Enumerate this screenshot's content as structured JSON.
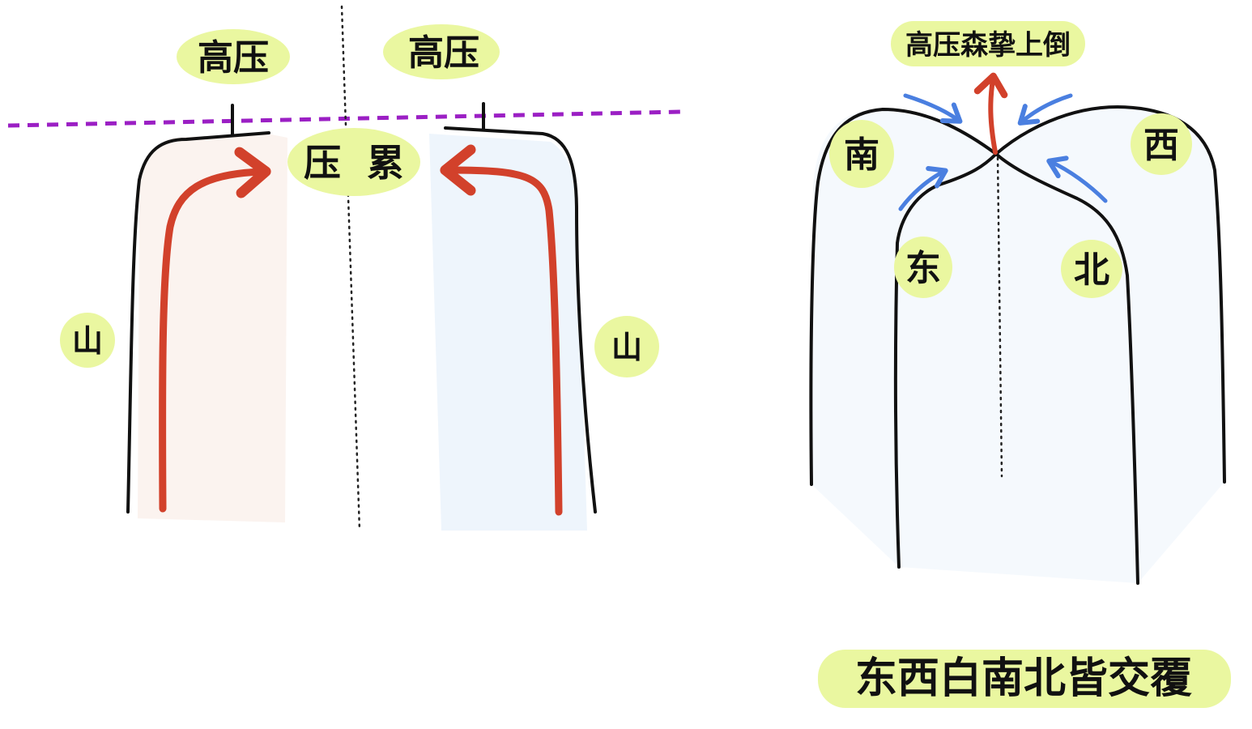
{
  "colors": {
    "highlight": "#eaf7a0",
    "outline": "#111111",
    "red_arrow": "#d2412b",
    "blue_arrow": "#4a7fe0",
    "purple_line": "#9b1fc4",
    "left_mountain_fill": "#fbf3ef",
    "right_mountain_fill": "#eef5fc"
  },
  "left_panel": {
    "label_high_left": "高压",
    "label_high_right": "高压",
    "label_ridge": "压  累",
    "label_mountain_left": "山",
    "label_mountain_right": "山"
  },
  "right_panel": {
    "label_top": "高压森挚上倒",
    "label_south": "南",
    "label_west": "西",
    "label_east": "东",
    "label_north": "北",
    "caption": "东西白南北皆交覆"
  },
  "icons": {
    "red_arrow": "curved-arrow-icon",
    "blue_arrow": "inward-arrow-icon"
  }
}
